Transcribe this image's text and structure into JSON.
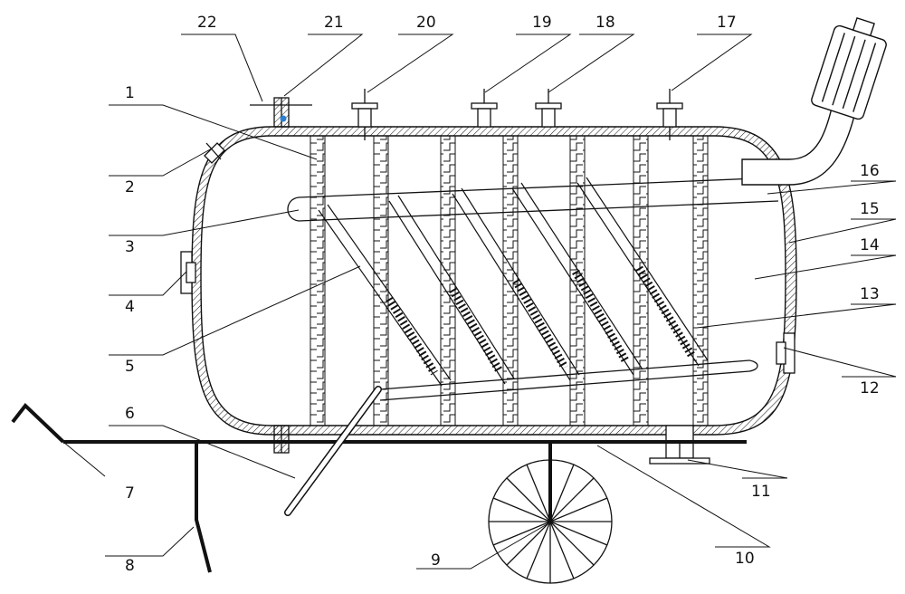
{
  "diagram": {
    "line_color": "#111111",
    "accent_dot_color": "#2a7fd4",
    "callouts": [
      "1",
      "2",
      "3",
      "4",
      "5",
      "6",
      "7",
      "8",
      "9",
      "10",
      "11",
      "12",
      "13",
      "14",
      "15",
      "16",
      "17",
      "18",
      "19",
      "20",
      "21",
      "22"
    ]
  }
}
